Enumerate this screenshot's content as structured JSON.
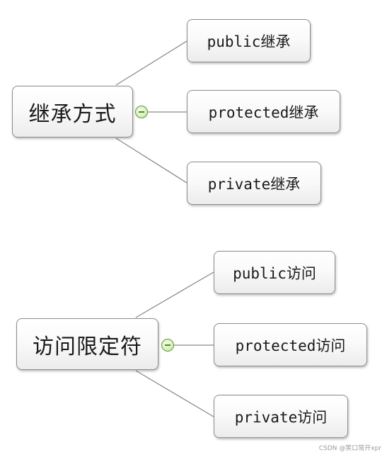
{
  "diagram": {
    "groups": [
      {
        "root": "继承方式",
        "children": [
          "public继承",
          "protected继承",
          "private继承"
        ]
      },
      {
        "root": "访问限定符",
        "children": [
          "public访问",
          "protected访问",
          "private访问"
        ]
      }
    ]
  },
  "watermark": "CSDN @笑口常开xpr",
  "icons": {
    "collapse": "collapse-minus-icon"
  },
  "colors": {
    "connector": "#8a8a8a",
    "collapse_icon": "#5b9a2f"
  }
}
